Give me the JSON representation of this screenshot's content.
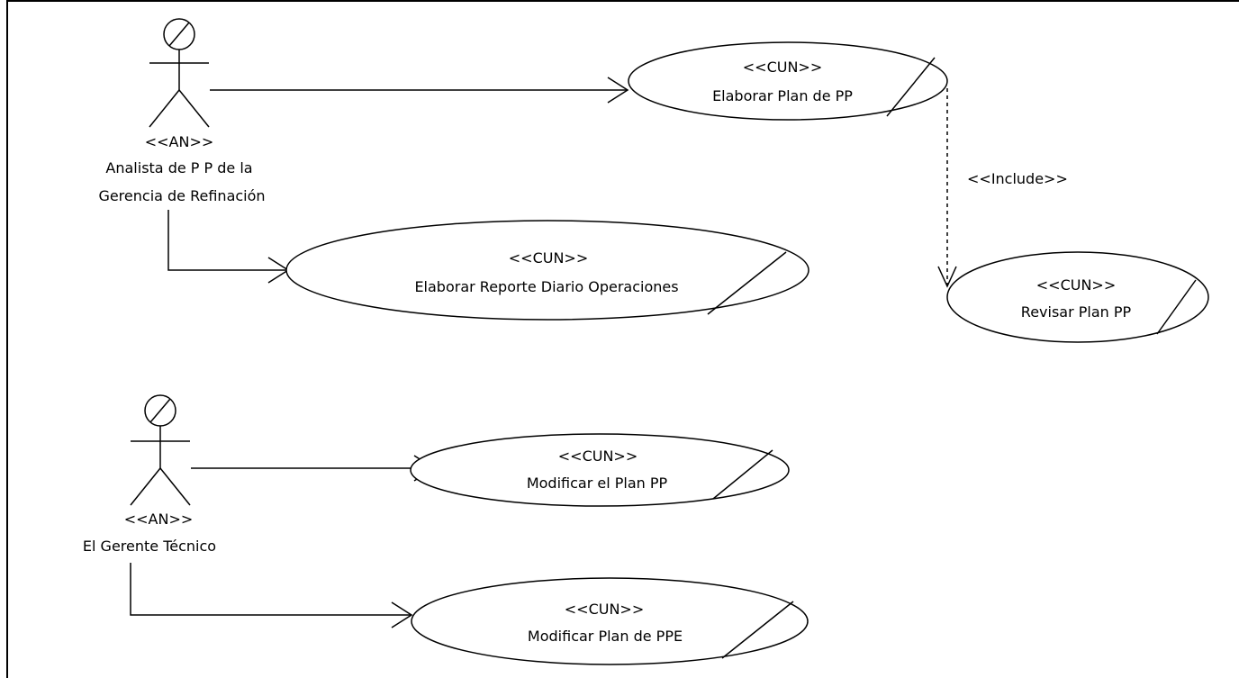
{
  "actors": [
    {
      "id": "analista",
      "stereotype": "<<AN>>",
      "name_lines": [
        "Analista de P P de la",
        "Gerencia de Refinación"
      ]
    },
    {
      "id": "gerente",
      "stereotype": "<<AN>>",
      "name_lines": [
        "El Gerente Técnico"
      ]
    }
  ],
  "use_cases": [
    {
      "id": "elaborar_plan",
      "stereotype": "<<CUN>>",
      "name": "Elaborar Plan de PP"
    },
    {
      "id": "elaborar_reporte",
      "stereotype": "<<CUN>>",
      "name": "Elaborar Reporte Diario Operaciones"
    },
    {
      "id": "revisar_plan",
      "stereotype": "<<CUN>>",
      "name": "Revisar Plan PP"
    },
    {
      "id": "modificar_el_plan",
      "stereotype": "<<CUN>>",
      "name": "Modificar el Plan  PP"
    },
    {
      "id": "modificar_plan_ppe",
      "stereotype": "<<CUN>>",
      "name": "Modificar Plan de PPE"
    }
  ],
  "relationships": [
    {
      "from": "analista",
      "to": "elaborar_plan",
      "kind": "association"
    },
    {
      "from": "analista",
      "to": "elaborar_reporte",
      "kind": "association"
    },
    {
      "from": "elaborar_plan",
      "to": "revisar_plan",
      "kind": "include",
      "label": "<<Include>>"
    },
    {
      "from": "gerente",
      "to": "modificar_el_plan",
      "kind": "association"
    },
    {
      "from": "gerente",
      "to": "modificar_plan_ppe",
      "kind": "association"
    }
  ]
}
